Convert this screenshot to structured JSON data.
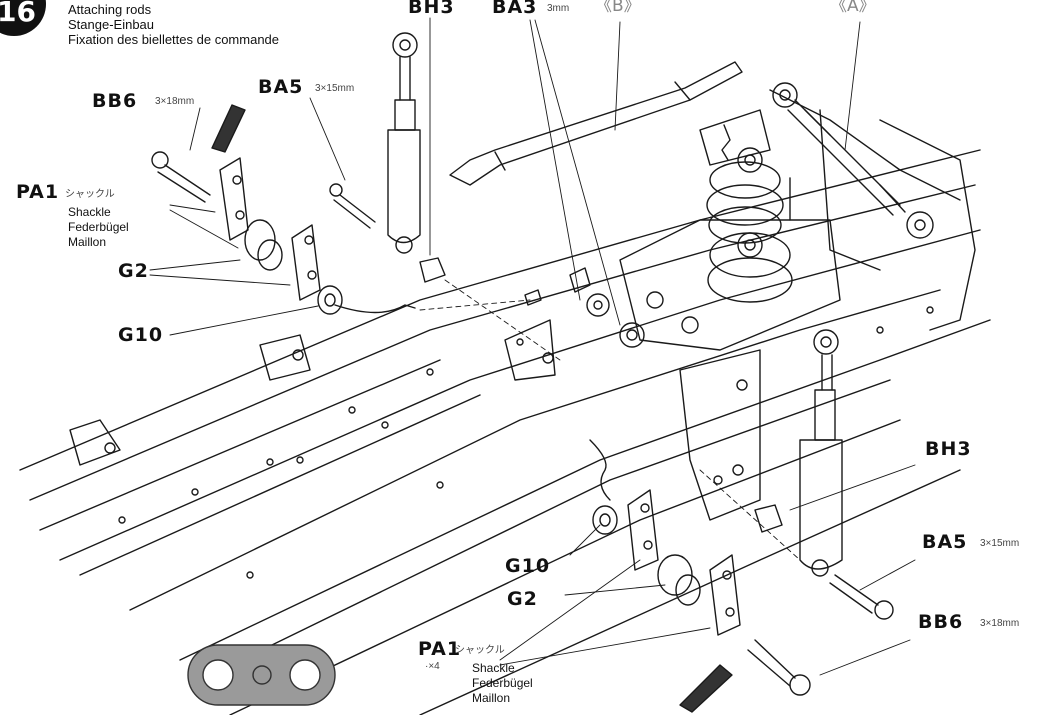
{
  "step": {
    "number": "16",
    "title_en": "Attaching rods",
    "title_de": "Stange-Einbau",
    "title_fr": "Fixation des biellettes de commande"
  },
  "labels": {
    "bh3_top": "BH3",
    "ba3": "BA3",
    "ba3_size": "3mm",
    "rod_b": "《B》",
    "rod_a": "《A》",
    "ba5_top": "BA5",
    "ba5_top_size": "3×15mm",
    "bb6_top": "BB6",
    "bb6_top_size": "3×18mm",
    "pa1_top": "PA1",
    "pa1_top_jp": "シャックル",
    "pa1_top_en": "Shackle",
    "pa1_top_de": "Federbügel",
    "pa1_top_fr": "Maillon",
    "g2_top": "G2",
    "g10_top": "G10",
    "bh3_bottom": "BH3",
    "ba5_bottom": "BA5",
    "ba5_bottom_size": "3×15mm",
    "bb6_bottom": "BB6",
    "bb6_bottom_size": "3×18mm",
    "g10_bottom": "G10",
    "g2_bottom": "G2",
    "pa1_bottom": "PA1",
    "pa1_bottom_jp": "シャックル",
    "pa1_bottom_qty": "·×4",
    "pa1_bottom_en": "Shackle",
    "pa1_bottom_de": "Federbügel",
    "pa1_bottom_fr": "Maillon"
  }
}
